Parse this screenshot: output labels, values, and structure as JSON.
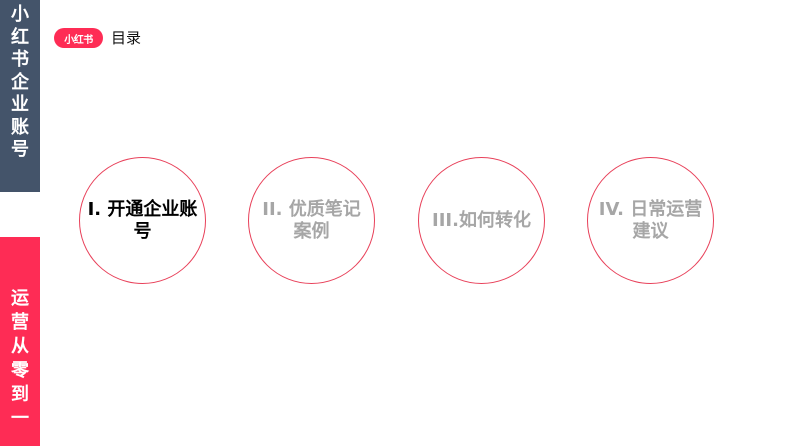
{
  "sidebar": {
    "top_label": [
      "小",
      "红",
      "书",
      "企",
      "业",
      "账",
      "号"
    ],
    "bottom_label": [
      "运",
      "营",
      "从",
      "零",
      "到",
      "一"
    ],
    "colors": {
      "top_bg": "#44546a",
      "bottom_bg": "#fe2c55"
    }
  },
  "header": {
    "logo_text": "小红书",
    "title": "目录"
  },
  "agenda": [
    {
      "label": "I. 开通企业账号",
      "active": true
    },
    {
      "label": "II. 优质笔记案例",
      "active": false
    },
    {
      "label": "III.如何转化",
      "active": false
    },
    {
      "label": "IV. 日常运营建议",
      "active": false
    }
  ],
  "colors": {
    "accent": "#fe2c55",
    "circle_border": "#e8415a",
    "inactive_text": "#a6a6a6"
  }
}
